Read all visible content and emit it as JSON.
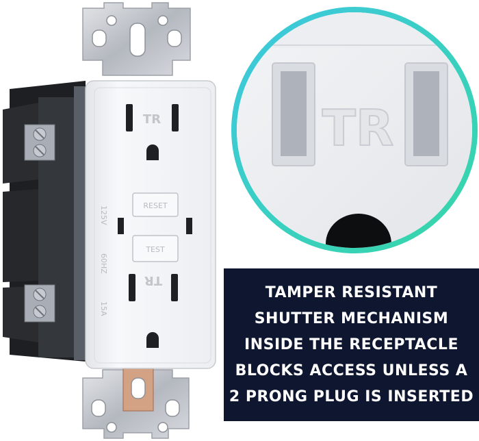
{
  "product": {
    "shutter_mark": "TR",
    "reset_label": "RESET",
    "test_label": "TEST",
    "voltage_mark": "125V",
    "frequency_mark": "60HZ",
    "amperage_mark": "15A"
  },
  "zoom": {
    "shutter_mark": "TR"
  },
  "caption": {
    "lines": [
      "TAMPER RESISTANT",
      "SHUTTER MECHANISM",
      "INSIDE THE RECEPTACLE",
      "BLOCKS ACCESS UNLESS A",
      "2 PRONG PLUG IS INSERTED"
    ]
  },
  "colors": {
    "caption_background": "#0f1730",
    "caption_text": "#ffffff",
    "ring_gradient": [
      "#3ec8e0",
      "#36d6a6"
    ],
    "outlet_body": "#f4f5f7",
    "mounting_strap": "#c9ccd1",
    "side_housing": "#1d1f22",
    "ground_strap": "#d3a183"
  }
}
